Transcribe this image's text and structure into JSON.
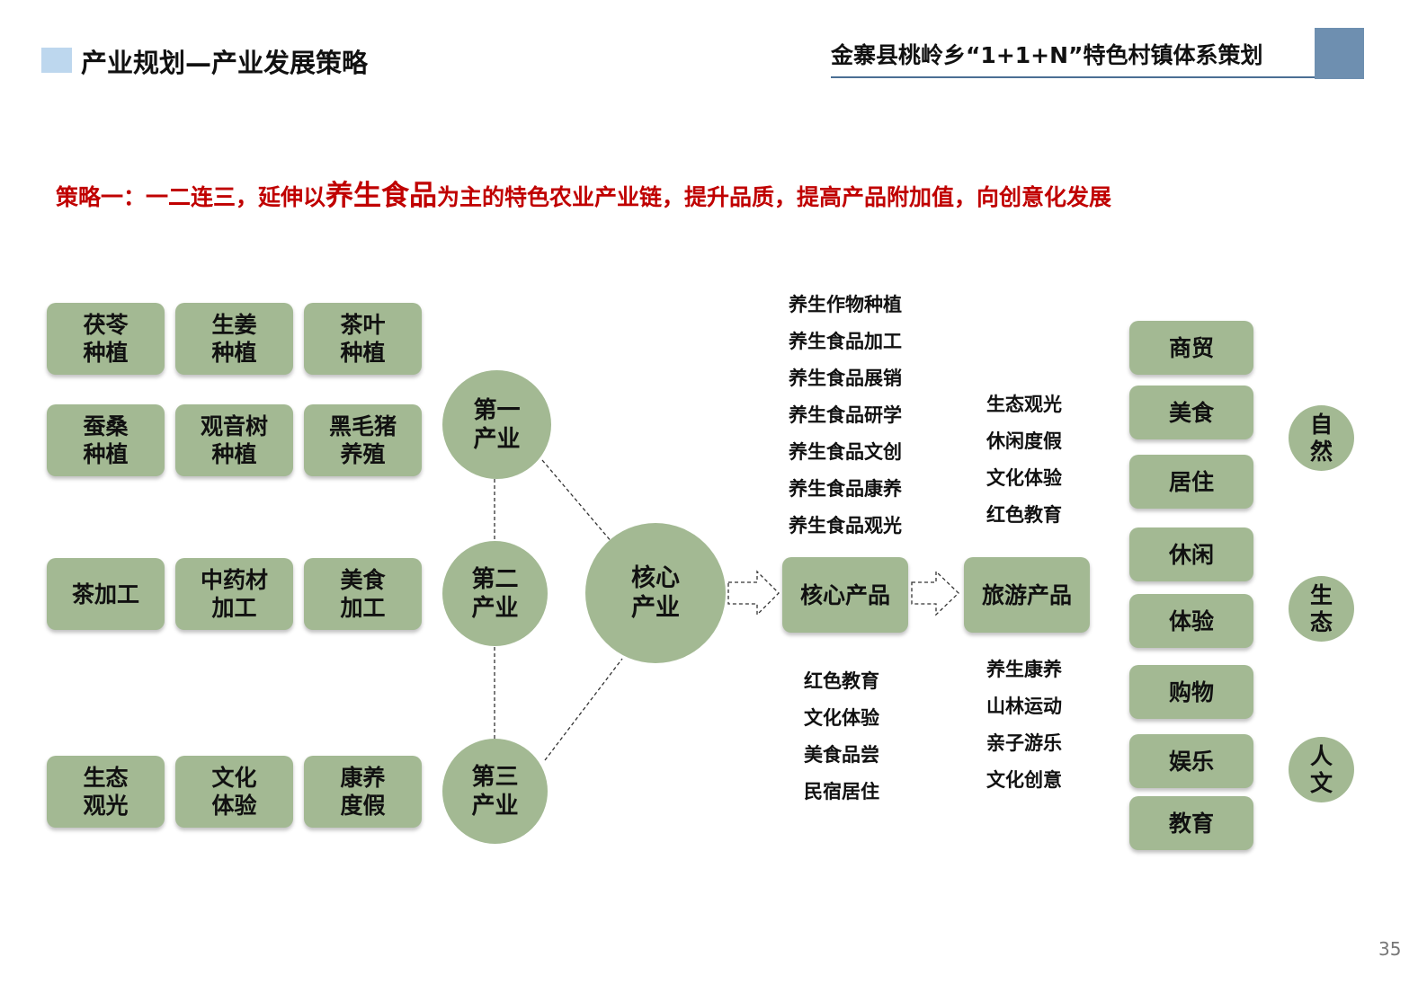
{
  "header": {
    "section_title": "产业规划—产业发展策略",
    "project_title": "金寨县桃岭乡“1+1+N”特色村镇体系策划"
  },
  "strategy": {
    "prefix": "策略一：一二连三，延伸以",
    "highlight": "养生食品",
    "suffix": "为主的特色农业产业链，提升品质，提高产品附加值，向创意化发展"
  },
  "industries": {
    "primary": {
      "label": "第一\n产业",
      "items": [
        "茯苓\n种植",
        "生姜\n种植",
        "茶叶\n种植",
        "蚕桑\n种植",
        "观音树\n种植",
        "黑毛猪\n养殖"
      ]
    },
    "secondary": {
      "label": "第二\n产业",
      "items": [
        "茶加工",
        "中药材\n加工",
        "美食\n加工"
      ]
    },
    "tertiary": {
      "label": "第三\n产业",
      "items": [
        "生态\n观光",
        "文化\n体验",
        "康养\n度假"
      ]
    }
  },
  "core_industry": {
    "label": "核心\n产业"
  },
  "core_product": {
    "label": "核心产品",
    "above": [
      "养生作物种植",
      "养生食品加工",
      "养生食品展销",
      "养生食品研学",
      "养生食品文创",
      "养生食品康养",
      "养生食品观光"
    ],
    "below": [
      "红色教育",
      "文化体验",
      "美食品尝",
      "民宿居住"
    ]
  },
  "tourism_product": {
    "label": "旅游产品",
    "above": [
      "生态观光",
      "休闲度假",
      "文化体验",
      "红色教育"
    ],
    "below": [
      "养生康养",
      "山林运动",
      "亲子游乐",
      "文化创意"
    ]
  },
  "functions": [
    "商贸",
    "美食",
    "居住",
    "休闲",
    "体验",
    "购物",
    "娱乐",
    "教育"
  ],
  "categories": [
    "自\n然",
    "生\n态",
    "人\n文"
  ],
  "colors": {
    "node_fill": "#a3b993",
    "strategy_text": "#c00000",
    "header_square": "#bdd7ee",
    "header_block": "#6e8fb0"
  },
  "page_number": "35"
}
